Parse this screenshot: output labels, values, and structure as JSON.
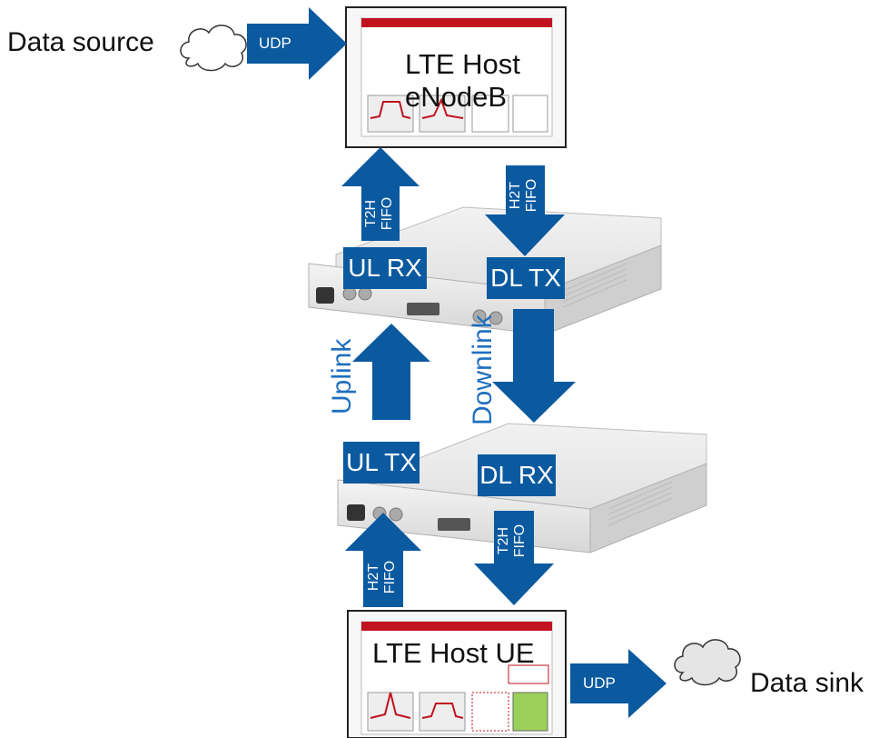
{
  "source": {
    "label": "Data source",
    "cloud_icon": "cloud-icon"
  },
  "sink": {
    "label": "Data sink",
    "cloud_icon": "cloud-icon"
  },
  "udp_in": {
    "label": "UDP"
  },
  "udp_out": {
    "label": "UDP"
  },
  "enodeb": {
    "title_line1": "LTE Host",
    "title_line2": "eNodeB"
  },
  "ue": {
    "title": "LTE Host UE"
  },
  "top_device": {
    "ul_rx": "UL RX",
    "dl_tx": "DL TX",
    "t2h_fifo": [
      "T2H",
      "FIFO"
    ],
    "h2t_fifo": [
      "H2T",
      "FIFO"
    ]
  },
  "bottom_device": {
    "ul_tx": "UL TX",
    "dl_rx": "DL RX",
    "h2t_fifo": [
      "H2T",
      "FIFO"
    ],
    "t2h_fifo": [
      "T2H",
      "FIFO"
    ]
  },
  "links": {
    "uplink": "Uplink",
    "downlink": "Downlink"
  },
  "colors": {
    "arrow_blue": "#0b5aa0",
    "link_text": "#1f6fbf",
    "device_body": "#e8e8e8",
    "screen_red": "#c1121f"
  }
}
